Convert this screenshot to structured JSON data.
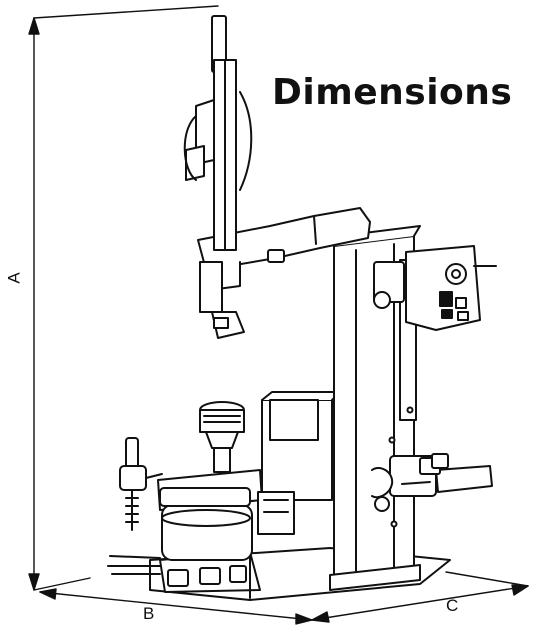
{
  "title": "Dimensions",
  "dimensions": {
    "a": "A",
    "b": "B",
    "c": "C"
  },
  "colors": {
    "line": "#111111",
    "fill": "#ffffff",
    "title": "#111111"
  }
}
